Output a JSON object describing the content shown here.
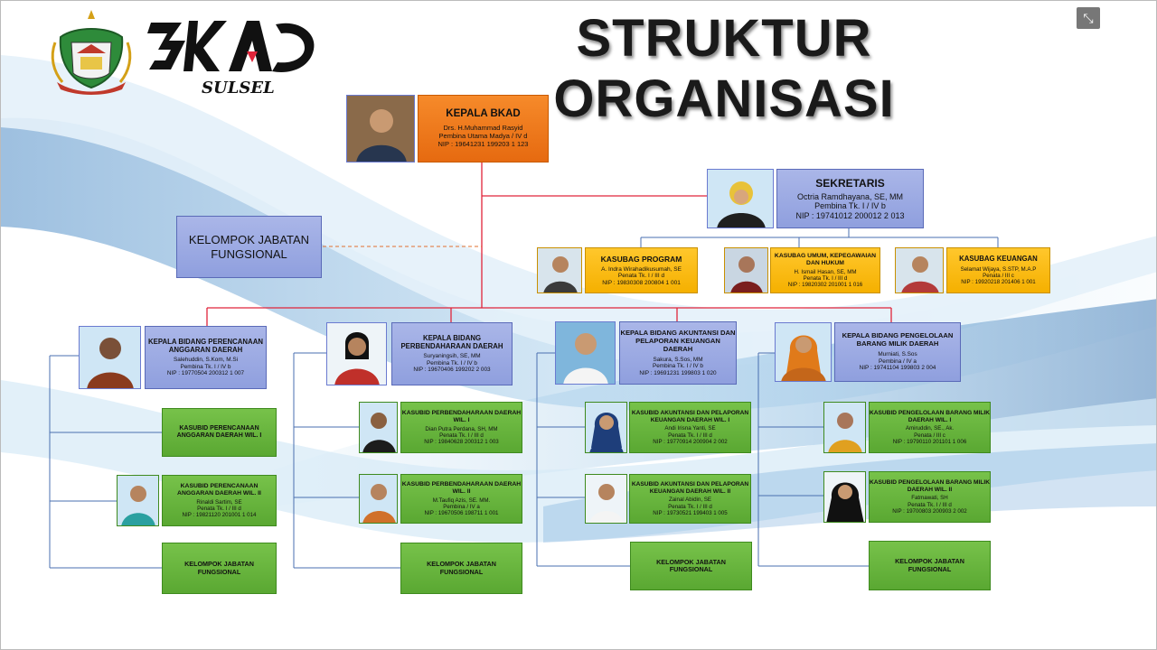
{
  "header": {
    "title": "STRUKTUR ORGANISASI",
    "brand_text": "3KAD",
    "brand_sub": "SULSEL",
    "exit_fullscreen_icon": "exit-fullscreen-icon"
  },
  "kepala": {
    "title": "KEPALA BKAD",
    "name": "Drs. H.Muhammad Rasyid",
    "rank": "Pembina Utama Madya / IV d",
    "nip": "NIP : 19641231 199203 1 123"
  },
  "sekretaris": {
    "title": "SEKRETARIS",
    "name": "Octria Ramdhayana, SE, MM",
    "rank": "Pembina Tk. I / IV b",
    "nip": "NIP  : 19741012 200012 2 013"
  },
  "fungsional_top": "KELOMPOK JABATAN FUNGSIONAL",
  "kasubag": [
    {
      "title": "KASUBAG PROGRAM",
      "name": "A. Indra Wirahadikusumah, SE",
      "rank": "Penata Tk. I / III d",
      "nip": "NIP : 19830308 200804 1 001"
    },
    {
      "title": "KASUBAG UMUM, KEPEGAWAIAN DAN HUKUM",
      "name": "H. Ismail Hasan, SE, MM",
      "rank": "Penata Tk. I / III d",
      "nip": "NIP : 19820302 201001 1 016"
    },
    {
      "title": "KASUBAG KEUANGAN",
      "name": "Selamat Wijaya, S.STP, M.A.P",
      "rank": "Penata  /  III c",
      "nip": "NIP : 19920218 201406 1 001"
    }
  ],
  "bidang": [
    {
      "title": "KEPALA BIDANG PERENCANAAN ANGGARAN DAERAH",
      "name": "Salehuddin, S.Kom, M.Si",
      "rank": "Pembina Tk. I / IV b",
      "nip": "NIP : 19770504 200312 1 007"
    },
    {
      "title": "KEPALA BIDANG PERBENDAHARAAN DAERAH",
      "name": "Suryaningsih, SE, MM",
      "rank": "Pembina Tk. I / IV b",
      "nip": "NIP : 19670406 199202 2 003"
    },
    {
      "title": "KEPALA BIDANG AKUNTANSI DAN PELAPORAN KEUANGAN DAERAH",
      "name": "Sakura, S.Sos, MM",
      "rank": "Pembina Tk. I / IV b",
      "nip": "NIP : 19691231 199803 1 020"
    },
    {
      "title": "KEPALA BIDANG PENGELOLAAN BARANG MILIK DAERAH",
      "name": "Murniati, S.Sos",
      "rank": "Pembina / IV a",
      "nip": "NIP : 19741104 199803 2 004"
    }
  ],
  "kasubid": [
    {
      "title": "KASUBID PERENCANAAN ANGGARAN DAERAH WIL. I",
      "name": "",
      "rank": "",
      "nip": ""
    },
    {
      "title": "KASUBID PERENCANAAN ANGGARAN DAERAH WIL. II",
      "name": "Rinaldi Sartim, SE",
      "rank": "Penata Tk. I / III d",
      "nip": "NIP : 19821120 201001 1 014"
    },
    {
      "title": "KASUBID PERBENDAHARAAN DAERAH WIL. I",
      "name": "Dian Putra Perdana, SH, MM",
      "rank": "Penata Tk. I / III d",
      "nip": "NIP : 19840628 200312 1 003"
    },
    {
      "title": "KASUBID PERBENDAHARAAN DAERAH WIL. II",
      "name": "M.Taufiq Azis, SE. MM.",
      "rank": "Pembina / IV a",
      "nip": "NIP : 19670506 198711 1 001"
    },
    {
      "title": "KASUBID AKUNTANSI DAN PELAPORAN KEUANGAN DAERAH WIL. I",
      "name": "Andi Irisna Yanti, SE",
      "rank": "Penata Tk. I / III d",
      "nip": "NIP : 19770914 200904 2 002"
    },
    {
      "title": "KASUBID AKUNTANSI DAN PELAPORAN KEUANGAN DAERAH WIL. II",
      "name": "Zainal Abidin, SE",
      "rank": "Penata Tk. I / III d",
      "nip": "NIP : 19730521 199403 1 005"
    },
    {
      "title": "KASUBID PENGELOLAAN BARANG MILIK DAERAH WIL. I",
      "name": "Amiruddin, SE., Ak.",
      "rank": "Penata / III c",
      "nip": "NIP : 19790110 201101 1 006"
    },
    {
      "title": "KASUBID PENGELOLAAN BARANG MILIK DAERAH WIL. II",
      "name": "Fatmawati, SH",
      "rank": "Penata Tk. I / III d",
      "nip": "NIP : 19700803 200903 2 002"
    }
  ],
  "fungsional_bottom": [
    "KELOMPOK JABATAN FUNGSIONAL",
    "KELOMPOK JABATAN FUNGSIONAL",
    "KELOMPOK JABATAN FUNGSIONAL",
    "KELOMPOK JABATAN FUNGSIONAL"
  ],
  "colors": {
    "orange": "#f17a1c",
    "blue": "#9aa8e2",
    "yellow": "#fbbc12",
    "green": "#64b23a",
    "line_red": "#e0243a",
    "line_blue": "#4a6fb0"
  }
}
